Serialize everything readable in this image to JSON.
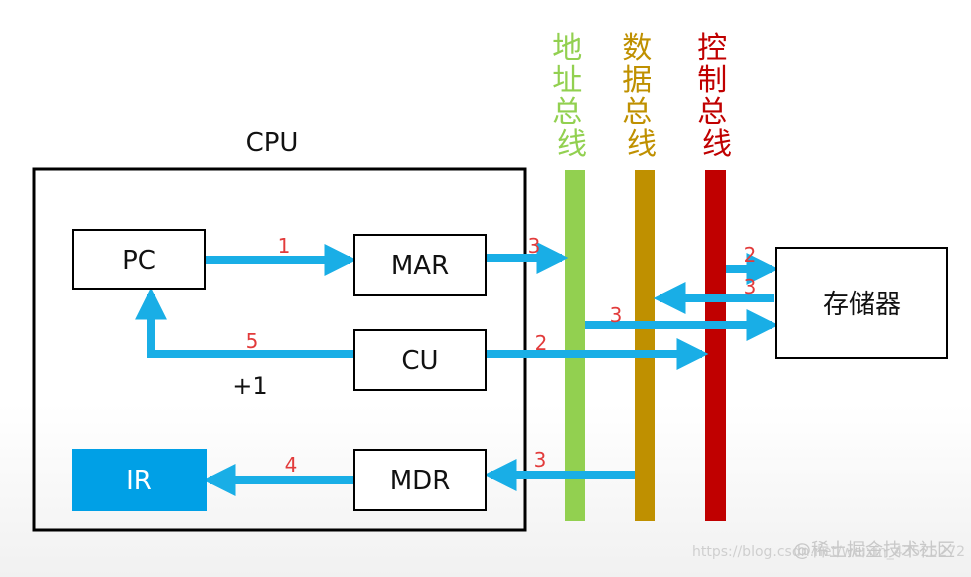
{
  "cpu_label": "CPU",
  "boxes": {
    "pc": "PC",
    "mar": "MAR",
    "cu": "CU",
    "mdr": "MDR",
    "ir": "IR",
    "memory": "存储器"
  },
  "step_numbers": {
    "pc_to_mar": "1",
    "mar_to_bus": "3",
    "cu_to_pc": "5",
    "cu_to_ctrl": "2",
    "ctrl_to_mem": "2",
    "mem_to_data": "3",
    "data_to_mem": "3",
    "mdr_to_ir": "4",
    "data_to_mdr": "3"
  },
  "plus_one": "+1",
  "buses": {
    "address": "地址总线",
    "data": "数据总线",
    "control": "控制总线"
  },
  "colors": {
    "arrow": "#19aee6",
    "address_bus": "#92d050",
    "data_bus": "#bf9000",
    "control_bus": "#c00000",
    "ir_fill": "#00a0e6",
    "step_number": "#e23b3b"
  },
  "watermark": {
    "url": "https://blog.csdn.net/weixin_43525272",
    "brand": "@稀土掘金技术社区"
  }
}
